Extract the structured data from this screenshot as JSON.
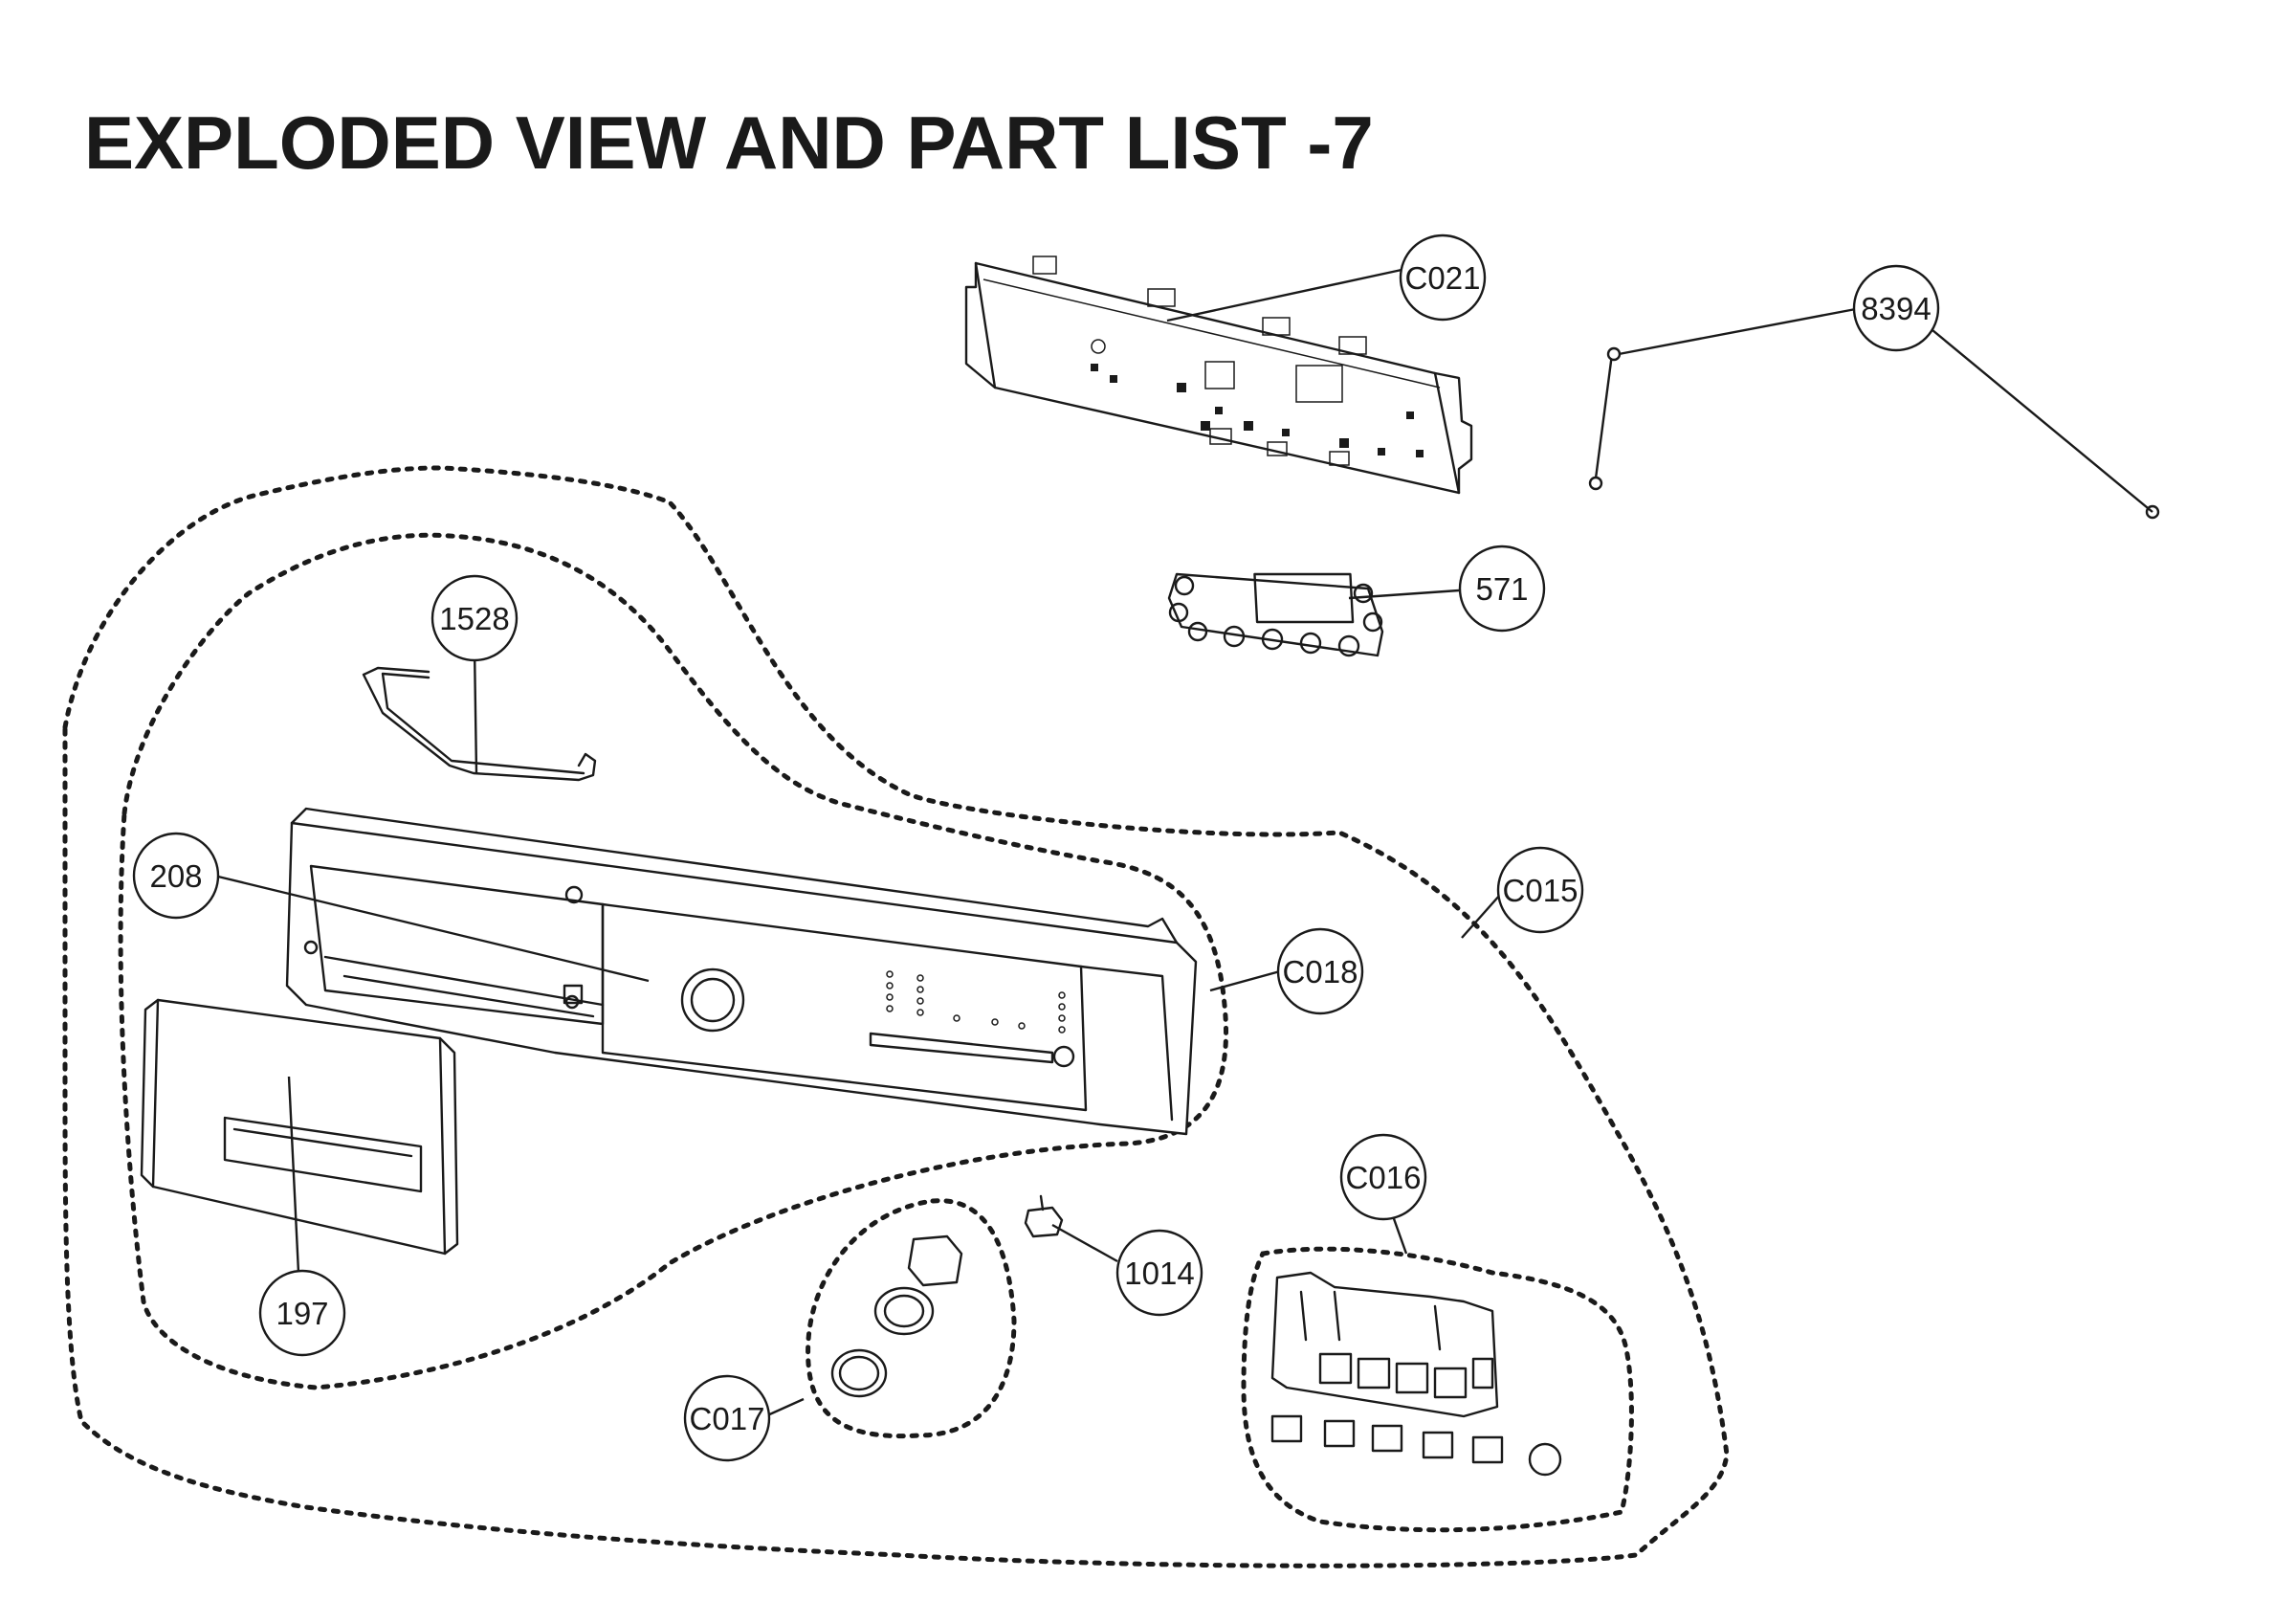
{
  "title": "EXPLODED VIEW AND PART LIST -7",
  "callouts": {
    "c021": "C021",
    "p8394": "8394",
    "p571": "571",
    "p1528": "1528",
    "p208": "208",
    "c018": "C018",
    "c015": "C015",
    "p197": "197",
    "c016": "C016",
    "p1014": "1014",
    "c017": "C017"
  }
}
